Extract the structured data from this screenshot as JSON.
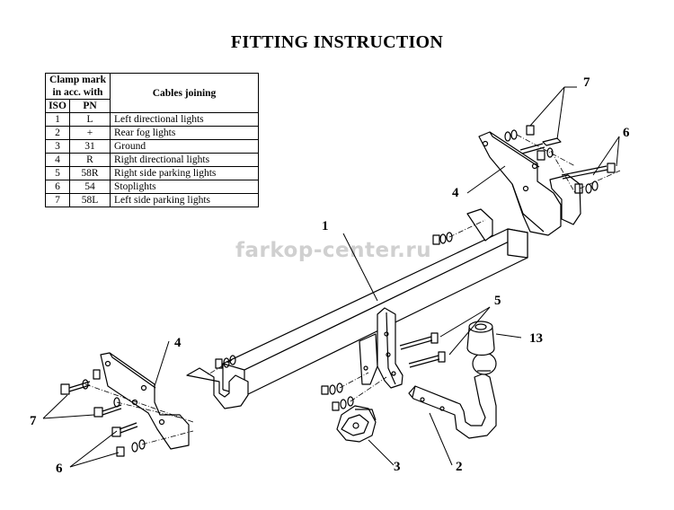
{
  "title": "FITTING INSTRUCTION",
  "table": {
    "header_clamp": "Clamp mark in acc. with",
    "header_cables": "Cables joining",
    "header_iso": "ISO",
    "header_pn": "PN",
    "rows": [
      {
        "iso": "1",
        "pn": "L",
        "desc": "Left directional lights"
      },
      {
        "iso": "2",
        "pn": "+",
        "desc": "Rear fog lights"
      },
      {
        "iso": "3",
        "pn": "31",
        "desc": "Ground"
      },
      {
        "iso": "4",
        "pn": "R",
        "desc": "Right directional lights"
      },
      {
        "iso": "5",
        "pn": "58R",
        "desc": "Right side parking lights"
      },
      {
        "iso": "6",
        "pn": "54",
        "desc": "Stoplights"
      },
      {
        "iso": "7",
        "pn": "58L",
        "desc": "Left side parking lights"
      }
    ]
  },
  "watermark": "farkop-center.ru",
  "callouts": {
    "c1": "1",
    "c2": "2",
    "c3": "3",
    "c4_right": "4",
    "c4_left": "4",
    "c5": "5",
    "c6_right": "6",
    "c6_left": "6",
    "c7_right": "7",
    "c7_left": "7",
    "c13": "13"
  }
}
